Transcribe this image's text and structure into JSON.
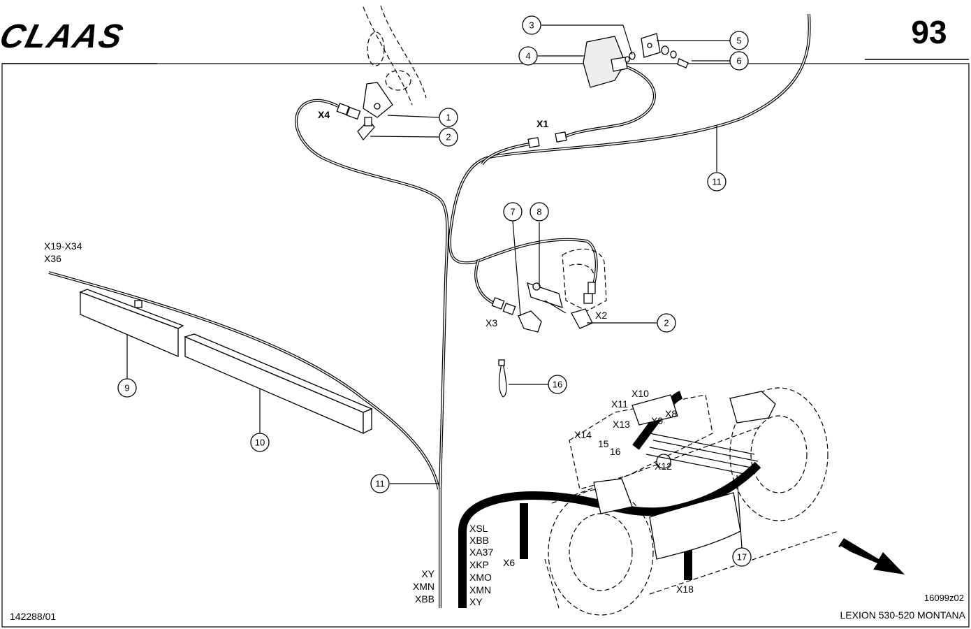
{
  "brand": "CLAAS",
  "page_number": "93",
  "doc_number": "142288/01",
  "drawing_code": "16099z02",
  "model": "LEXION 530-520 MONTANA",
  "callouts": {
    "c1": "1",
    "c2a": "2",
    "c2b": "2",
    "c3": "3",
    "c4": "4",
    "c5": "5",
    "c6": "6",
    "c7": "7",
    "c8": "8",
    "c9": "9",
    "c10": "10",
    "c11a": "11",
    "c11b": "11",
    "c16": "16",
    "c17": "17"
  },
  "connectors": {
    "x1": "X1",
    "x2": "X2",
    "x3": "X3",
    "x4": "X4",
    "x6": "X6",
    "x8": "X8",
    "x9": "X9",
    "x10": "X10",
    "x11": "X11",
    "x12": "X12",
    "x13": "X13",
    "x14": "X14",
    "x15": "15",
    "x16": "16",
    "x18": "X18",
    "x19_x34": "X19-X34",
    "x36": "X36"
  },
  "harness_left_labels": [
    "XY",
    "XMN",
    "XBB"
  ],
  "harness_right_labels": [
    "XSL",
    "XBB",
    "XA37",
    "XKP",
    "XMO",
    "XMN",
    "XY"
  ]
}
